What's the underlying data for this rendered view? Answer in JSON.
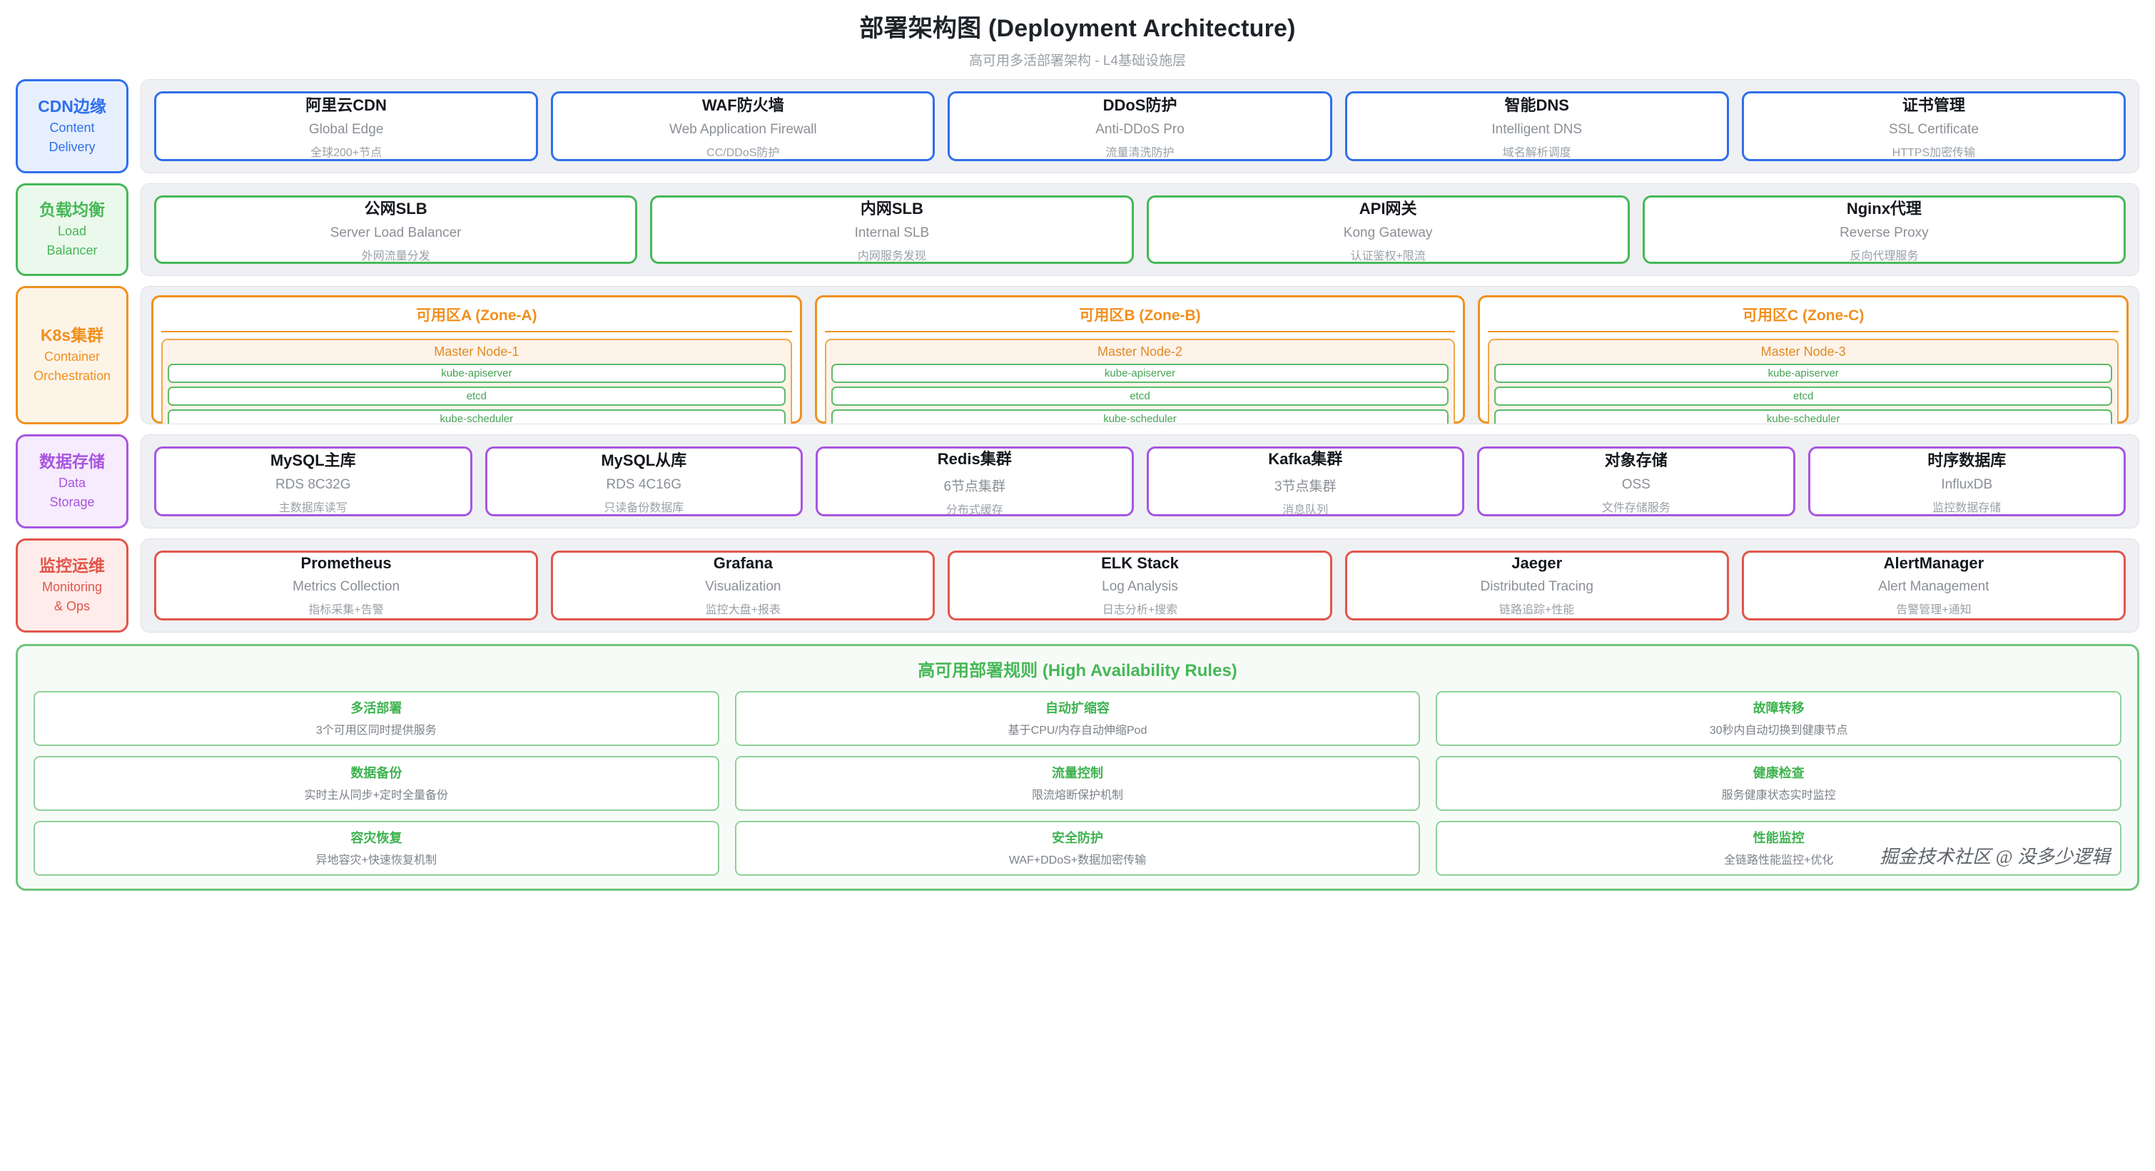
{
  "header": {
    "title": "部署架构图 (Deployment Architecture)",
    "subtitle": "高可用多活部署架构 - L4基础设施层"
  },
  "layers": [
    {
      "key": "cdn",
      "tag_cn": "CDN边缘",
      "tag_en_1": "Content",
      "tag_en_2": "Delivery",
      "color": "#2f6fec",
      "cards": [
        {
          "title": "阿里云CDN",
          "sub": "Global Edge",
          "note": "全球200+节点"
        },
        {
          "title": "WAF防火墙",
          "sub": "Web Application Firewall",
          "note": "CC/DDoS防护"
        },
        {
          "title": "DDoS防护",
          "sub": "Anti-DDoS Pro",
          "note": "流量清洗防护"
        },
        {
          "title": "智能DNS",
          "sub": "Intelligent DNS",
          "note": "域名解析调度"
        },
        {
          "title": "证书管理",
          "sub": "SSL Certificate",
          "note": "HTTPS加密传输"
        }
      ]
    },
    {
      "key": "lb",
      "tag_cn": "负载均衡",
      "tag_en_1": "Load",
      "tag_en_2": "Balancer",
      "color": "#46b857",
      "cards": [
        {
          "title": "公网SLB",
          "sub": "Server Load Balancer",
          "note": "外网流量分发"
        },
        {
          "title": "内网SLB",
          "sub": "Internal SLB",
          "note": "内网服务发现"
        },
        {
          "title": "API网关",
          "sub": "Kong Gateway",
          "note": "认证鉴权+限流"
        },
        {
          "title": "Nginx代理",
          "sub": "Reverse Proxy",
          "note": "反向代理服务"
        }
      ]
    },
    {
      "key": "ds",
      "tag_cn": "数据存储",
      "tag_en_1": "Data",
      "tag_en_2": "Storage",
      "color": "#a855e0",
      "cards": [
        {
          "title": "MySQL主库",
          "sub": "RDS 8C32G",
          "note": "主数据库读写"
        },
        {
          "title": "MySQL从库",
          "sub": "RDS 4C16G",
          "note": "只读备份数据库"
        },
        {
          "title": "Redis集群",
          "sub": "6节点集群",
          "note": "分布式缓存"
        },
        {
          "title": "Kafka集群",
          "sub": "3节点集群",
          "note": "消息队列"
        },
        {
          "title": "对象存储",
          "sub": "OSS",
          "note": "文件存储服务"
        },
        {
          "title": "时序数据库",
          "sub": "InfluxDB",
          "note": "监控数据存储"
        }
      ]
    },
    {
      "key": "mon",
      "tag_cn": "监控运维",
      "tag_en_1": "Monitoring",
      "tag_en_2": "& Ops",
      "color": "#e2554a",
      "cards": [
        {
          "title": "Prometheus",
          "sub": "Metrics Collection",
          "note": "指标采集+告警"
        },
        {
          "title": "Grafana",
          "sub": "Visualization",
          "note": "监控大盘+报表"
        },
        {
          "title": "ELK Stack",
          "sub": "Log Analysis",
          "note": "日志分析+搜索"
        },
        {
          "title": "Jaeger",
          "sub": "Distributed Tracing",
          "note": "链路追踪+性能"
        },
        {
          "title": "AlertManager",
          "sub": "Alert Management",
          "note": "告警管理+通知"
        }
      ]
    }
  ],
  "k8s": {
    "tag_cn": "K8s集群",
    "tag_en_1": "Container",
    "tag_en_2": "Orchestration",
    "color": "#f0901e",
    "zones": [
      {
        "title": "可用区A (Zone-A)",
        "master": "Master Node-1",
        "components": [
          "kube-apiserver",
          "etcd",
          "kube-scheduler"
        ]
      },
      {
        "title": "可用区B (Zone-B)",
        "master": "Master Node-2",
        "components": [
          "kube-apiserver",
          "etcd",
          "kube-scheduler"
        ]
      },
      {
        "title": "可用区C (Zone-C)",
        "master": "Master Node-3",
        "components": [
          "kube-apiserver",
          "etcd",
          "kube-scheduler"
        ]
      }
    ]
  },
  "ha": {
    "title": "高可用部署规则 (High Availability Rules)",
    "rules": [
      {
        "title": "多活部署",
        "desc": "3个可用区同时提供服务"
      },
      {
        "title": "自动扩缩容",
        "desc": "基于CPU/内存自动伸缩Pod"
      },
      {
        "title": "故障转移",
        "desc": "30秒内自动切换到健康节点"
      },
      {
        "title": "数据备份",
        "desc": "实时主从同步+定时全量备份"
      },
      {
        "title": "流量控制",
        "desc": "限流熔断保护机制"
      },
      {
        "title": "健康检查",
        "desc": "服务健康状态实时监控"
      },
      {
        "title": "容灾恢复",
        "desc": "异地容灾+快速恢复机制"
      },
      {
        "title": "安全防护",
        "desc": "WAF+DDoS+数据加密传输"
      },
      {
        "title": "性能监控",
        "desc": "全链路性能监控+优化"
      }
    ]
  },
  "watermark": "掘金技术社区 @ 没多少逻辑"
}
